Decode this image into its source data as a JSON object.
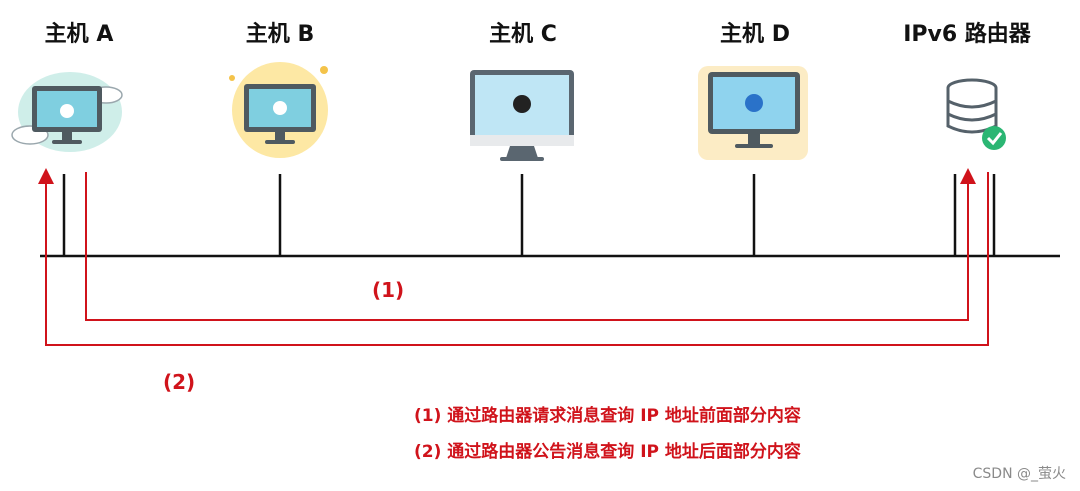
{
  "hosts": [
    {
      "label": "主机 A",
      "icon": "monitor-cloud-icon"
    },
    {
      "label": "主机 B",
      "icon": "monitor-sun-icon"
    },
    {
      "label": "主机 C",
      "icon": "imac-icon"
    },
    {
      "label": "主机 D",
      "icon": "monitor-bubbles-icon"
    },
    {
      "label": "IPv6 路由器",
      "icon": "server-check-icon"
    }
  ],
  "flows": [
    {
      "marker": "(1)"
    },
    {
      "marker": "(2)"
    }
  ],
  "legend": [
    "(1)  通过路由器请求消息查询 IP 地址前面部分内容",
    "(2) 通过路由器公告消息查询 IP 地址后面部分内容"
  ],
  "watermark": "CSDN @_萤火",
  "colors": {
    "accent": "#d0131b",
    "line": "#111111"
  }
}
